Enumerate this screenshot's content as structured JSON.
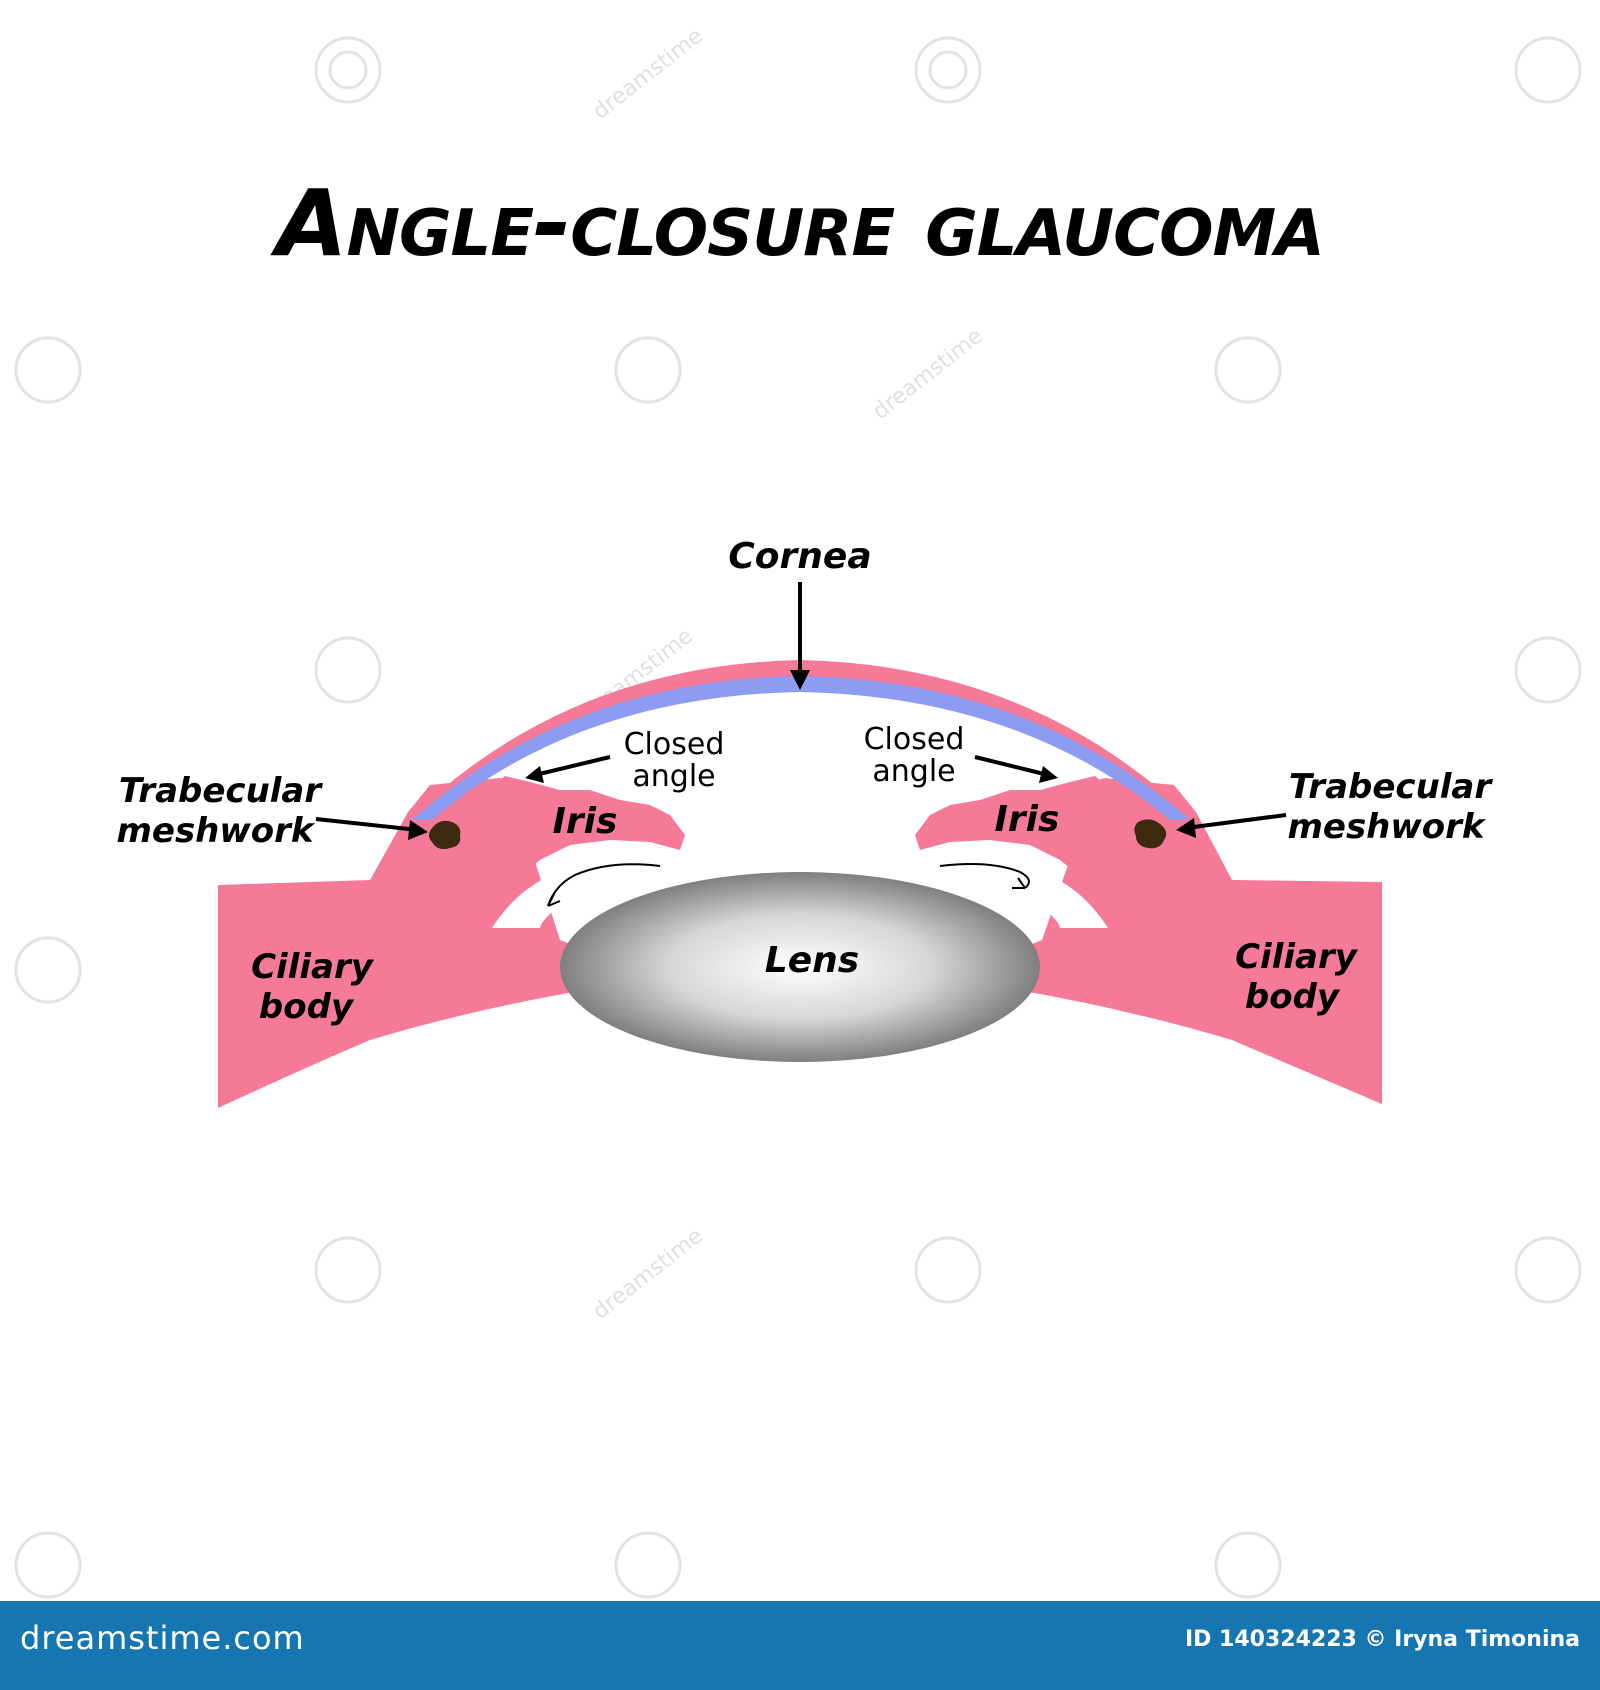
{
  "title": "Angle-closure glaucoma",
  "labels": {
    "cornea": "Cornea",
    "closed_angle_left": [
      "Closed",
      "angle"
    ],
    "closed_angle_right": [
      "Closed",
      "angle"
    ],
    "iris_left": "Iris",
    "iris_right": "Iris",
    "trabecular_left": [
      "Trabecular",
      "meshwork"
    ],
    "trabecular_right": [
      "Trabecular",
      "meshwork"
    ],
    "ciliary_left": [
      "Ciliary",
      "body"
    ],
    "ciliary_right": [
      "Ciliary",
      "body"
    ],
    "lens": "Lens"
  },
  "colors": {
    "tissue_pink": "#f47a98",
    "cornea_blue": "#8c9cf2",
    "meshwork_brown": "#3b2a10",
    "lens_dark": "#8a8a8a",
    "lens_light": "#ffffff",
    "footer_blue": "#1676b2"
  },
  "watermark": "dreamstime",
  "footer": {
    "site": "dreamstime.com",
    "credit": "ID 140324223 © Iryna Timonina"
  }
}
